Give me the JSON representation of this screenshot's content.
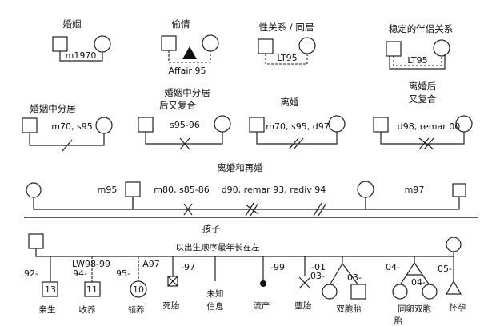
{
  "sections": {
    "marriage": "婚姻",
    "affair": "偷情",
    "cohabit": "性关系 / 同居",
    "stable": "稳定的伴侣关系",
    "separated": "婚姻中分居",
    "separated_reunite_l1": "婚姻中分居",
    "separated_reunite_l2": "后又复合",
    "divorce": "离婚",
    "divorce_reunite_l1": "离婚后",
    "divorce_reunite_l2": "又复合",
    "remarriage": "离婚和再婚",
    "children": "孩子",
    "children_note": "以出生顺序最年长在左"
  },
  "labels": {
    "m1970": "m1970",
    "affair95": "Affair 95",
    "lt95_a": "LT95",
    "lt95_b": "LT95",
    "m70s95": "m70, s95",
    "s9596": "s95-96",
    "m70s95d97": "m70, s95, d97",
    "d98remar": "d98, remar 00",
    "m95": "m95",
    "m80s8586": "m80, s85-86",
    "d90remar": "d90, remar 93, rediv 94",
    "m97": "m97"
  },
  "children": [
    {
      "year": "92-",
      "inner": "13",
      "caption": "亲生"
    },
    {
      "year": "LW98-99",
      "year2": "94-",
      "inner": "11",
      "caption": "收养"
    },
    {
      "year": "A97",
      "year2": "95-",
      "inner": "10",
      "caption": "领养"
    },
    {
      "year": "-97",
      "caption": "死胎"
    },
    {
      "caption": "未知",
      "caption2": "信息"
    },
    {
      "year": "-99",
      "caption": "流产"
    },
    {
      "year": "-01",
      "caption": "堕胎"
    },
    {
      "year": "03-",
      "year2": "03-",
      "caption": "双胞胎"
    },
    {
      "year": "04-",
      "year2": "04-",
      "caption": "同卵双胞",
      "caption2": "胎"
    },
    {
      "year": "05-",
      "caption": "怀孕"
    }
  ]
}
